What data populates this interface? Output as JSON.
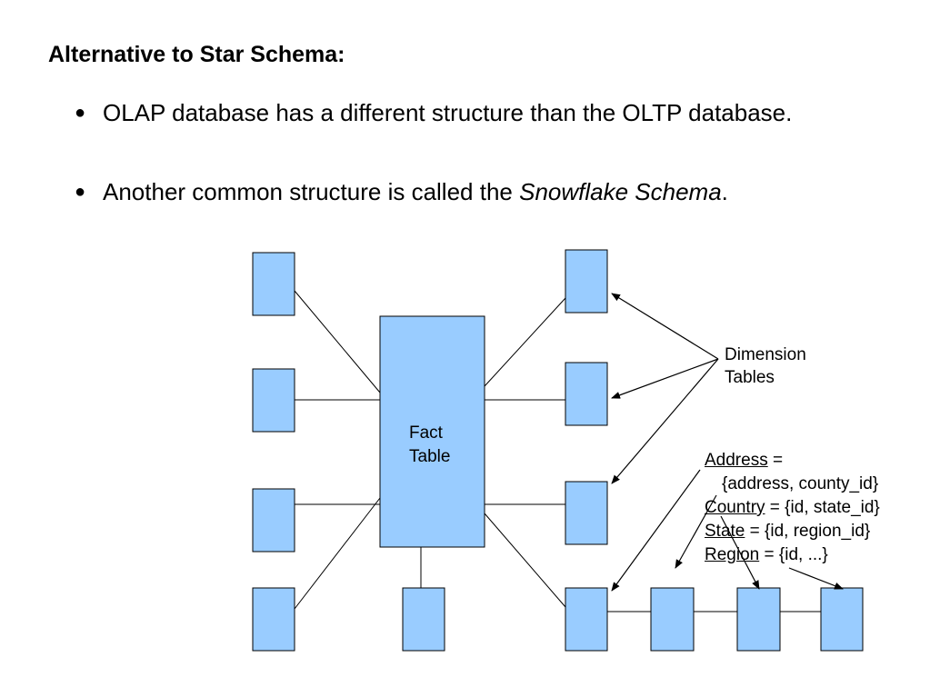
{
  "slide": {
    "title": "Alternative to Star Schema:",
    "bullets": [
      {
        "text": "OLAP database has a different structure than the OLTP database."
      },
      {
        "prefix": "Another common structure is called the ",
        "emph": "Snowflake Schema",
        "suffix": "."
      }
    ]
  },
  "diagram": {
    "fact_table_line1": "Fact",
    "fact_table_line2": "Table",
    "dimension_label_line1": "Dimension",
    "dimension_label_line2": "Tables",
    "definitions": [
      {
        "name": "Address",
        "rest": " ="
      },
      {
        "name": "",
        "rest": "{address, county_id}"
      },
      {
        "name": "Country",
        "rest": " = {id, state_id}"
      },
      {
        "name": "State",
        "rest": " = {id, region_id}"
      },
      {
        "name": "Region",
        "rest": " = {id, ...}"
      }
    ]
  },
  "colors": {
    "box_fill": "#99ccff",
    "line": "#000000"
  }
}
